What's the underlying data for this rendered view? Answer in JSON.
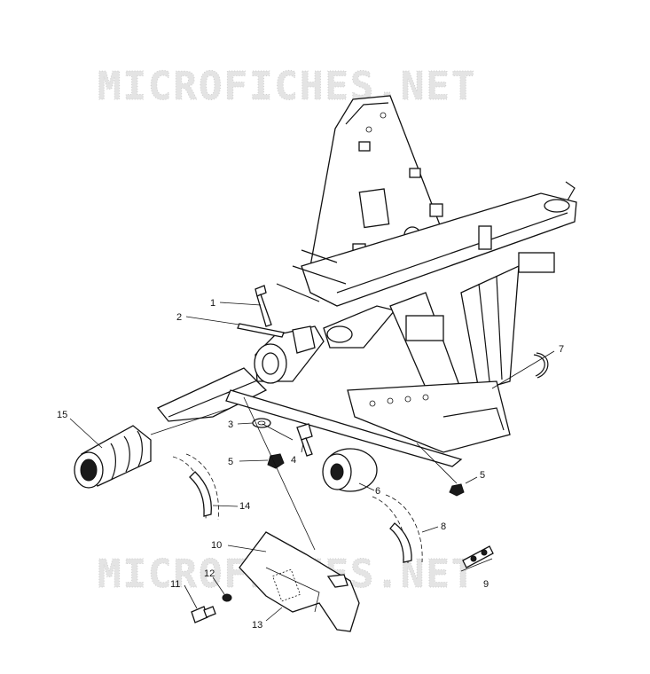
{
  "watermark": {
    "top": "MICROFICHES.NET",
    "bottom": "MICROFICHES.NET"
  },
  "callouts": [
    {
      "label": "1"
    },
    {
      "label": "2"
    },
    {
      "label": "3"
    },
    {
      "label": "4"
    },
    {
      "label": "5"
    },
    {
      "label": "5"
    },
    {
      "label": "6"
    },
    {
      "label": "7"
    },
    {
      "label": "8"
    },
    {
      "label": "9"
    },
    {
      "label": "10"
    },
    {
      "label": "11"
    },
    {
      "label": "12"
    },
    {
      "label": "13"
    },
    {
      "label": "14"
    },
    {
      "label": "15"
    }
  ]
}
